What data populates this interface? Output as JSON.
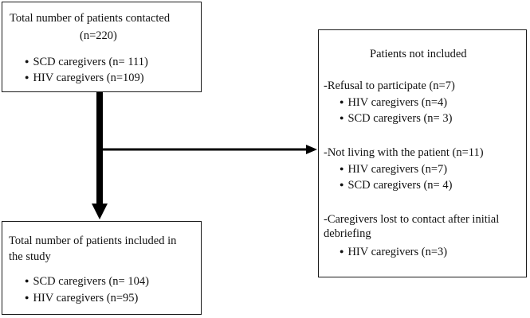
{
  "contacted": {
    "title": "Total number of patients contacted",
    "count": "(n=220)",
    "items": [
      "SCD caregivers (n= 111)",
      "HIV caregivers (n=109)"
    ]
  },
  "included": {
    "title_line1": "Total number of patients included in",
    "title_line2": "the study",
    "items": [
      "SCD caregivers (n= 104)",
      "HIV caregivers (n=95)"
    ]
  },
  "excluded": {
    "title": "Patients not included",
    "groups": [
      {
        "heading": "-Refusal to participate (n=7)",
        "items": [
          "HIV caregivers (n=4)",
          "SCD caregivers (n= 3)"
        ]
      },
      {
        "heading": "-Not living with the patient (n=11)",
        "items": [
          "HIV caregivers (n=7)",
          "SCD caregivers (n= 4)"
        ]
      },
      {
        "heading_line1": "-Caregivers lost to contact after initial",
        "heading_line2": "debriefing",
        "items": [
          "HIV caregivers (n=3)"
        ]
      }
    ]
  },
  "colors": {
    "line": "#000000",
    "border": "#1a1a1a",
    "text": "#111111"
  }
}
